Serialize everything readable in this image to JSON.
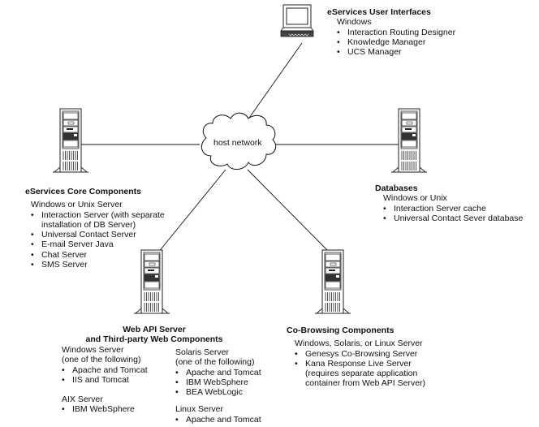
{
  "network": {
    "label": "host network",
    "icon": "cloud-icon"
  },
  "nodes": {
    "user_interfaces": {
      "icon": "workstation-icon",
      "title": "eServices User Interfaces",
      "platform": "Windows",
      "items": [
        "Interaction Routing Designer",
        "Knowledge Manager",
        "UCS Manager"
      ]
    },
    "core_components": {
      "icon": "server-tower-icon",
      "title": "eServices Core Components",
      "platform": "Windows or Unix Server",
      "items": [
        "Interaction Server (with separate",
        "installation of DB Server)",
        "Universal Contact Server",
        "E-mail Server Java",
        "Chat Server",
        "SMS Server"
      ]
    },
    "databases": {
      "icon": "server-tower-icon",
      "title": "Databases",
      "platform": "Windows or Unix",
      "items": [
        "Interaction Server cache",
        "Universal Contact Sever database"
      ]
    },
    "web_api": {
      "icon": "server-tower-icon",
      "title_line1": "Web API Server",
      "title_line2": "and Third-party Web Components",
      "windows": {
        "platform": "Windows Server",
        "note": "(one of the following)",
        "items": [
          "Apache and Tomcat",
          "IIS and Tomcat"
        ]
      },
      "aix": {
        "platform": "AIX Server",
        "items": [
          "IBM WebSphere"
        ]
      },
      "solaris": {
        "platform": "Solaris Server",
        "note": "(one of the following)",
        "items": [
          "Apache and Tomcat",
          "IBM WebSphere",
          "BEA WebLogic"
        ]
      },
      "linux": {
        "platform": "Linux Server",
        "items": [
          "Apache and Tomcat"
        ]
      }
    },
    "co_browsing": {
      "icon": "server-tower-icon",
      "title": "Co-Browsing Components",
      "platform": "Windows, Solaris, or Linux Server",
      "items": [
        "Genesys Co-Browsing Server",
        "Kana Response Live Server",
        "(requires separate application",
        "container from Web API Server)"
      ]
    }
  }
}
